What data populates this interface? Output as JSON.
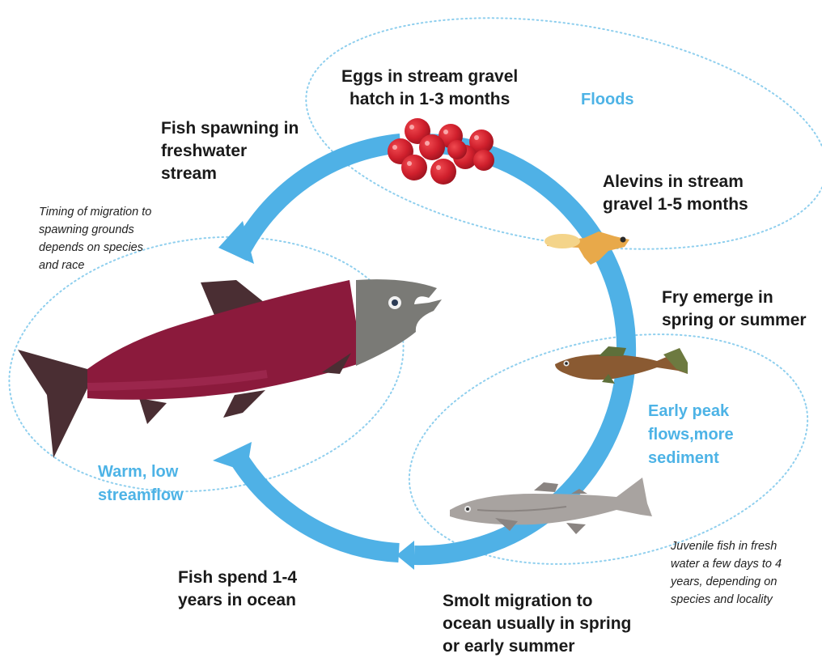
{
  "stages": {
    "eggs": [
      "Eggs in stream gravel",
      "hatch in 1-3 months"
    ],
    "alevins": [
      "Alevins in stream",
      "gravel 1-5 months"
    ],
    "fry": [
      "Fry emerge in",
      "spring or summer"
    ],
    "smolt": [
      "Smolt migration to",
      "ocean usually in spring",
      "or early summer"
    ],
    "ocean": [
      "Fish spend 1-4",
      "years in ocean"
    ],
    "spawning": [
      "Fish spawning in",
      "freshwater",
      "stream"
    ]
  },
  "conditions": {
    "floods": [
      "Floods"
    ],
    "early_peak": [
      "Early peak",
      "flows,more",
      "sediment"
    ],
    "warm_low": [
      "Warm, low",
      "streamflow"
    ]
  },
  "notes": {
    "timing": [
      "Timing of migration to",
      "spawning grounds",
      "depends on species",
      "and race"
    ],
    "juvenile": [
      "Juvenile fish in fresh",
      "water a few days to 4",
      "years, depending on",
      "species and locality"
    ]
  },
  "colors": {
    "cycle_arrow": "#4fb1e6",
    "condition_text": "#4db3e6",
    "ellipse_dots": "#8fcfee",
    "salmon_body": "#8b1a3c",
    "salmon_head": "#7a7a76",
    "salmon_fins": "#4a2e33",
    "eggs": "#cf1f2c",
    "alevin": "#e8a94a",
    "fry": "#8a5a32",
    "smolt": "#a8a3a0"
  }
}
